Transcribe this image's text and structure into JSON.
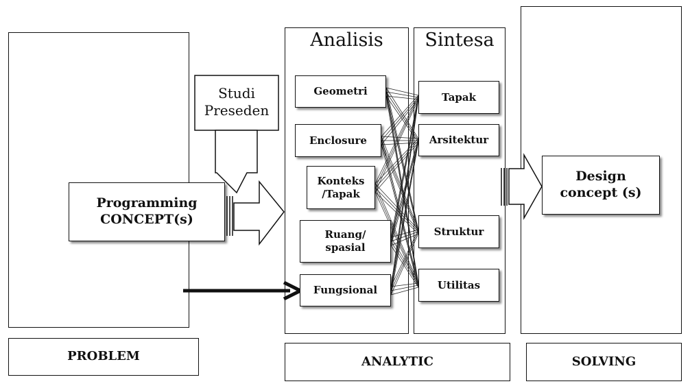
{
  "columns": {
    "analisis_title": "Analisis",
    "sintesa_title": "Sintesa"
  },
  "problem": {
    "programming_concept": "Programming\nCONCEPT(s)",
    "footer": "PROBLEM"
  },
  "studi_preseden": "Studi\nPreseden",
  "analisis_items": [
    "Geometri",
    "Enclosure",
    "Konteks\n/Tapak",
    "Ruang/\nspasial",
    "Fungsional"
  ],
  "sintesa_items": [
    "Tapak",
    "Arsitektur",
    "Struktur",
    "Utilitas"
  ],
  "solving": {
    "design_concept": "Design\nconcept (s)",
    "footer": "SOLVING"
  },
  "analytic_footer": "ANALYTIC"
}
